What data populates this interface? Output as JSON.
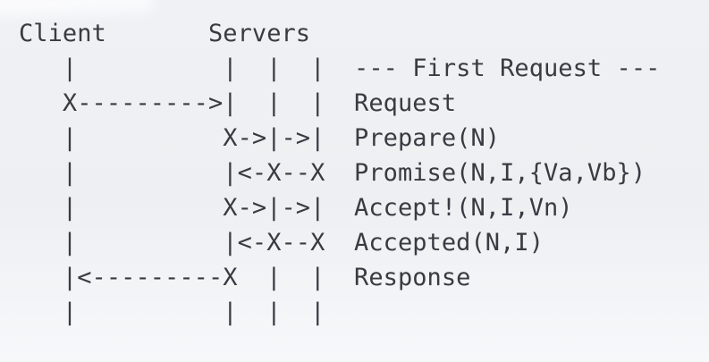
{
  "diagram": {
    "kind": "paxos-multi-paxos-message-flow",
    "participants": [
      "Client",
      "Servers"
    ],
    "section_label": "--- First Request ---",
    "messages": [
      {
        "label": "Request",
        "direction": "client-to-leader"
      },
      {
        "label": "Prepare(N)",
        "direction": "leader-to-servers"
      },
      {
        "label": "Promise(N,I,{Va,Vb})",
        "direction": "servers-to-leader"
      },
      {
        "label": "Accept!(N,I,Vn)",
        "direction": "leader-to-servers"
      },
      {
        "label": "Accepted(N,I)",
        "direction": "servers-to-leader"
      },
      {
        "label": "Response",
        "direction": "leader-to-client"
      }
    ],
    "lines": [
      "Client       Servers",
      "   |          |  |  |  --- First Request ---",
      "   X--------->|  |  |  Request",
      "   |          X->|->|  Prepare(N)",
      "   |          |<-X--X  Promise(N,I,{Va,Vb})",
      "   |          X->|->|  Accept!(N,I,Vn)",
      "   |          |<-X--X  Accepted(N,I)",
      "   |<---------X  |  |  Response",
      "   |          |  |  |"
    ]
  },
  "colors": {
    "background": "#eff1f4",
    "text": "#383c42"
  }
}
